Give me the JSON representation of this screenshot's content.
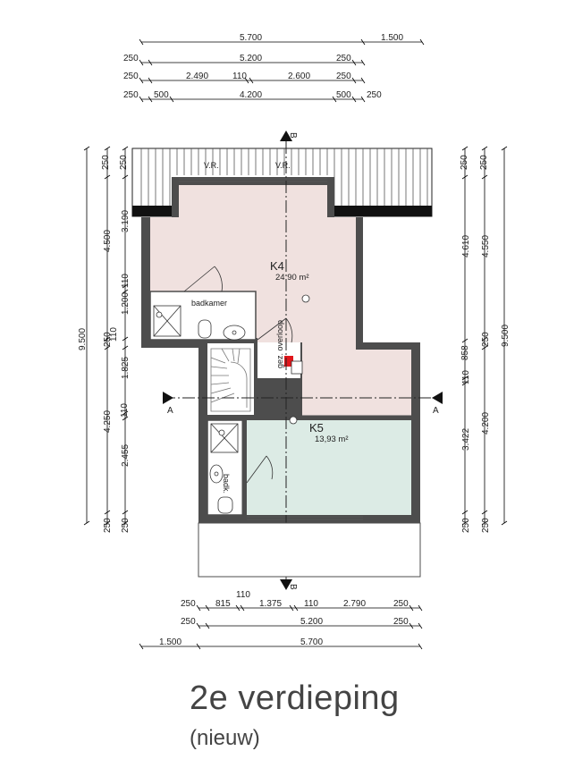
{
  "title": "2e verdieping",
  "subtitle": "(nieuw)",
  "rooms": {
    "k4": {
      "name": "K4",
      "area": "24,90 m²"
    },
    "k5": {
      "name": "K5",
      "area": "13,93 m²"
    },
    "badkamer": "badkamer",
    "badk": "badk.",
    "gez_overloop": "gez. overloop"
  },
  "labels": {
    "vr": "V.R.",
    "section_a": "A",
    "section_b": "B"
  },
  "dims_top": {
    "row1": [
      "5.700",
      "1.500"
    ],
    "row2": [
      "250",
      "5.200",
      "250"
    ],
    "row3": [
      "250",
      "2.490",
      "110",
      "2.600",
      "250"
    ],
    "row4": [
      "250",
      "500",
      "4.200",
      "500",
      "250"
    ]
  },
  "dims_bottom": {
    "row1": [
      "250",
      "815",
      "110",
      "1.375",
      "110",
      "2.790",
      "250"
    ],
    "row2": [
      "250",
      "5.200",
      "250"
    ],
    "row3": [
      "1.500",
      "5.700"
    ]
  },
  "dims_left": {
    "outer": "9.500",
    "mid": [
      "250",
      "4.500",
      "250",
      "4.250",
      "250"
    ],
    "inner": [
      "250",
      "3.190",
      "110",
      "1.200",
      "110",
      "1.825",
      "110",
      "2.455",
      "250"
    ]
  },
  "dims_right": {
    "outer": "9.500",
    "mid": [
      "250",
      "4.550",
      "250",
      "4.200",
      "250"
    ],
    "inner": [
      "250",
      "4.610",
      "858",
      "110",
      "3.422",
      "250"
    ]
  },
  "colors": {
    "k4_fill": "#f0e1df",
    "k5_fill": "#dcebe5",
    "wall": "#4d4d4d",
    "roof": "#111111",
    "stop_red": "#e0161b"
  }
}
